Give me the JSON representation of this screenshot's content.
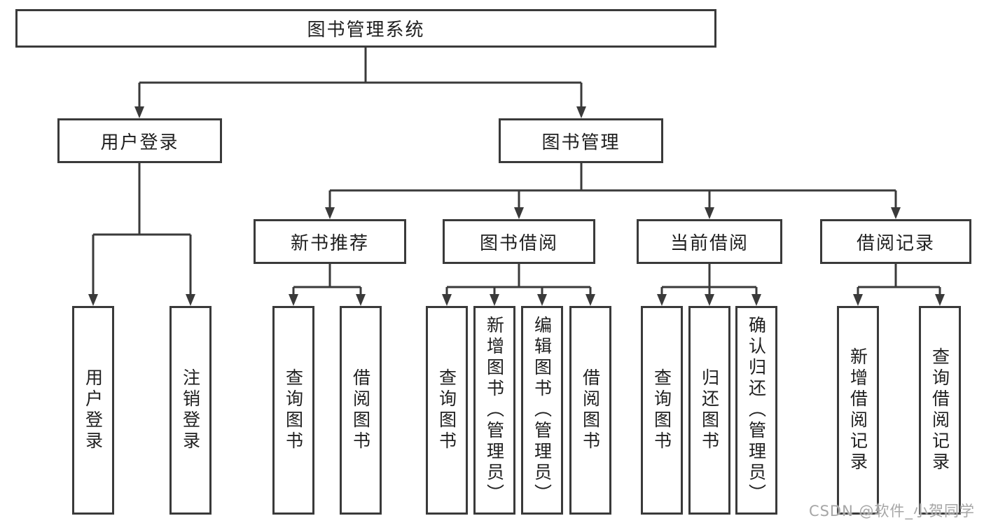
{
  "tree": {
    "label": "图书管理系统",
    "children": [
      {
        "label": "用户登录",
        "children": [
          {
            "label": "用户登录"
          },
          {
            "label": "注销登录"
          }
        ]
      },
      {
        "label": "图书管理",
        "children": [
          {
            "label": "新书推荐",
            "children": [
              {
                "label": "查询图书"
              },
              {
                "label": "借阅图书"
              }
            ]
          },
          {
            "label": "图书借阅",
            "children": [
              {
                "label": "查询图书"
              },
              {
                "label": "新增图书（管理员）"
              },
              {
                "label": "编辑图书（管理员）"
              },
              {
                "label": "借阅图书"
              }
            ]
          },
          {
            "label": "当前借阅",
            "children": [
              {
                "label": "查询图书"
              },
              {
                "label": "归还图书"
              },
              {
                "label": "确认归还（管理员）"
              }
            ]
          },
          {
            "label": "借阅记录",
            "children": [
              {
                "label": "新增借阅记录"
              },
              {
                "label": "查询借阅记录"
              }
            ]
          }
        ]
      }
    ]
  },
  "watermark": {
    "text": "CSDN @软件_小贺同学"
  },
  "colors": {
    "line": "#3a3a3a",
    "text": "#1f1f1f",
    "background": "#ffffff",
    "watermark": "#a6a6a6"
  }
}
